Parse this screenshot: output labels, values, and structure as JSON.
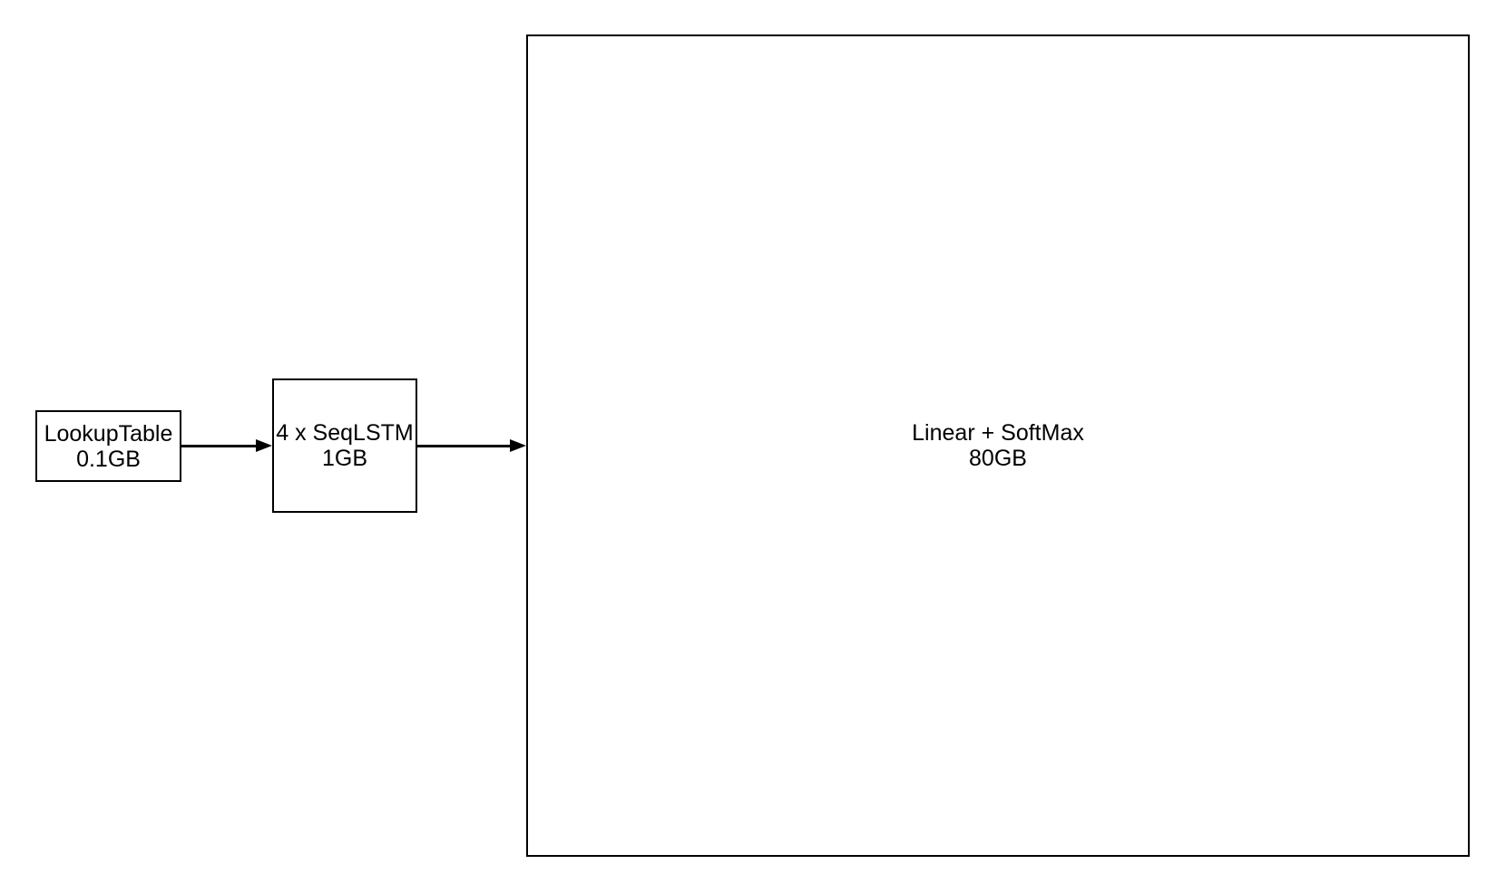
{
  "diagram": {
    "type": "flow-diagram",
    "background_color": "#ffffff",
    "stroke_color": "#000000",
    "text_color": "#000000",
    "nodes": [
      {
        "id": "lookup-table",
        "line1": "LookupTable",
        "line2": "0.1GB"
      },
      {
        "id": "seq-lstm",
        "line1": "4 x SeqLSTM",
        "line2": "1GB"
      },
      {
        "id": "linear-softmax",
        "line1": "Linear + SoftMax",
        "line2": "80GB"
      }
    ],
    "edges": [
      {
        "from": "lookup-table",
        "to": "seq-lstm",
        "direction": "right"
      },
      {
        "from": "seq-lstm",
        "to": "linear-softmax",
        "direction": "right"
      }
    ]
  }
}
